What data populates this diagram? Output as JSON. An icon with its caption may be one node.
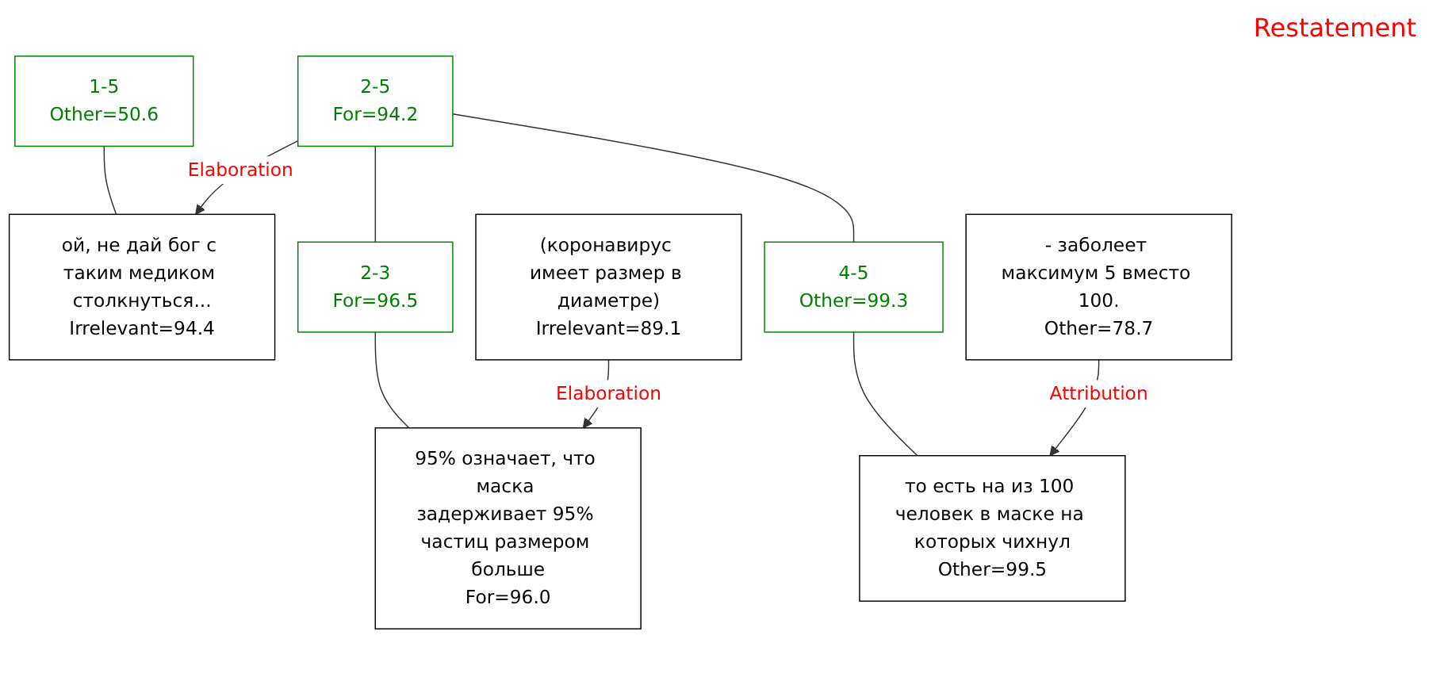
{
  "diagram": {
    "nodes": [
      {
        "text": [
          "1-5",
          "Other=50.6"
        ]
      },
      {
        "text": [
          "2-5",
          "For=94.2"
        ]
      },
      {
        "text": [
          "ой, не дай бог с таким медиком столкнуться...",
          "Irrelevant=94.4"
        ]
      },
      {
        "text": [
          "2-3",
          "For=96.5"
        ]
      },
      {
        "text": [
          "4-5",
          "Other=99.3"
        ]
      },
      {
        "text": [
          "95% означает, что маска задерживает 95% частиц размером больше",
          "For=96.0"
        ]
      },
      {
        "text": [
          "(коронавирус имеет размер в диаметре)",
          "Irrelevant=89.1"
        ]
      },
      {
        "text": [
          "то есть на из 100 человек в маске на которых чихнул",
          "Other=99.5"
        ]
      },
      {
        "text": [
          "- заболеет максимум 5 вместо 100.",
          "Other=78.7"
        ]
      }
    ],
    "edges": [
      {
        "from": 0,
        "to": 2,
        "arrow": "none"
      },
      {
        "from": 1,
        "to": 2,
        "arrow": "to",
        "label": "Elaboration"
      },
      {
        "from": 1,
        "to": 3,
        "arrow": "none"
      },
      {
        "from": 1,
        "to": 4,
        "arrow": "none"
      },
      {
        "from": 3,
        "to": 5,
        "arrow": "none"
      },
      {
        "from": 6,
        "to": 5,
        "arrow": "to",
        "label": "Elaboration"
      },
      {
        "from": 4,
        "to": 7,
        "arrow": "none"
      },
      {
        "from": 8,
        "to": 7,
        "arrow": "to",
        "label": "Attribution"
      }
    ],
    "labels": [
      "Restatement"
    ]
  }
}
